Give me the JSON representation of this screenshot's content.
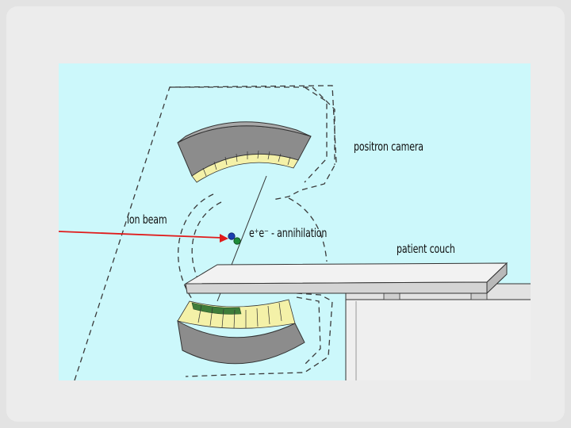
{
  "diagram": {
    "labels": {
      "positron_camera": "positron camera",
      "ion_beam": "ion beam",
      "annihilation": "e⁺e⁻ - annihilation",
      "patient_couch": "patient couch"
    },
    "colors": {
      "background": "#ccf8fb",
      "detector_body": "#8c8c8c",
      "detector_crystals": "#f4f1a8",
      "ion_beam": "#e01b1b",
      "electron_marker": "#1c3fb0",
      "positron_marker": "#1e8c3a"
    }
  }
}
